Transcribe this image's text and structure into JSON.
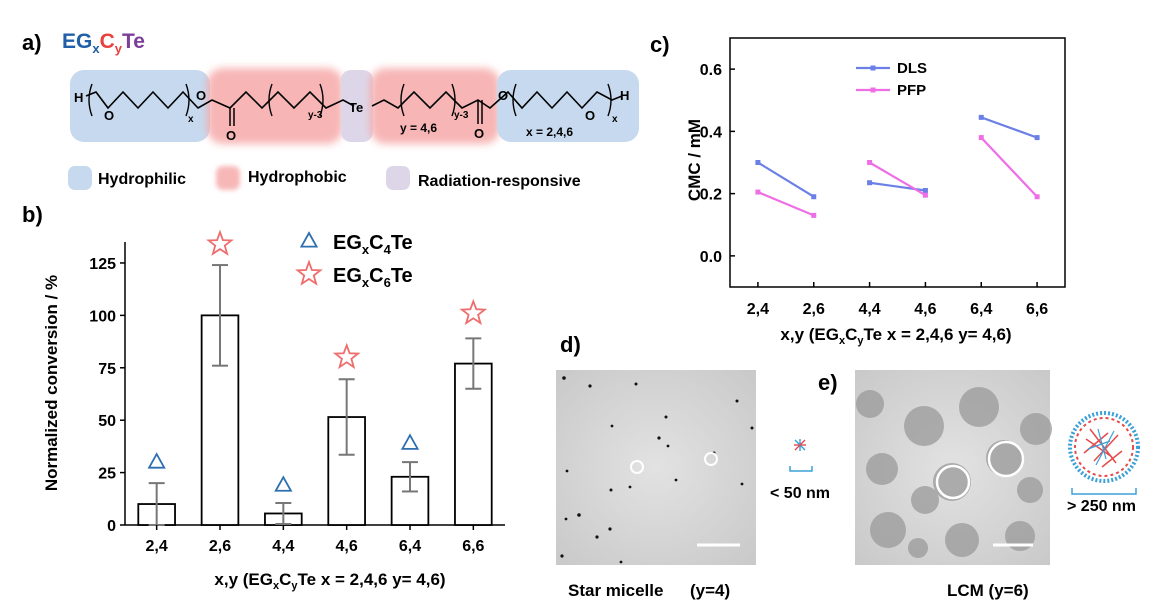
{
  "panel_a": {
    "label": "a)",
    "title_parts": [
      {
        "t": "EG",
        "sub": "x",
        "color": "#1f5fa8"
      },
      {
        "t": "C",
        "sub": "y",
        "color": "#e8413c"
      },
      {
        "t": "Te",
        "sub": "",
        "color": "#7a3f98"
      }
    ],
    "segments": {
      "h_left": "H",
      "o1": "O",
      "x1": "x",
      "o2": "O",
      "carbonyl1": "O",
      "y3a": "y-3",
      "te": "Te",
      "y3b": "y-3",
      "y_val": "y = 4,6",
      "carbonyl2": "O",
      "o3": "O",
      "o4": "O",
      "x2": "x",
      "h_right": "H",
      "x_val": "x = 2,4,6"
    },
    "legend": [
      {
        "label": "Hydrophilic",
        "color": "#c6d9ee"
      },
      {
        "label": "Hydrophobic",
        "color": "#f7b7b7"
      },
      {
        "label": "Radiation-responsive",
        "color": "#ddd6e8"
      }
    ]
  },
  "panel_b": {
    "label": "b)"
  },
  "panel_c": {
    "label": "c)"
  },
  "panel_d": {
    "label": "d)",
    "caption": "Star micelle",
    "caption2": "(y=4)",
    "size_label": "< 50 nm"
  },
  "panel_e": {
    "label": "e)",
    "caption": "LCM (y=6)",
    "size_label": "> 250 nm"
  },
  "chart_data": [
    {
      "panel": "b",
      "type": "bar",
      "categories": [
        "2,4",
        "2,6",
        "4,4",
        "4,6",
        "6,4",
        "6,6"
      ],
      "values": [
        10,
        100,
        5.5,
        51.5,
        23,
        77
      ],
      "errors": [
        10,
        24,
        5,
        18,
        7,
        12
      ],
      "ylim": [
        0,
        135
      ],
      "yticks": [
        0,
        25,
        50,
        75,
        100,
        125
      ],
      "ylabel": "Normalized conversion / %",
      "xlabel": {
        "pre": "x,y (EG",
        "s1": "x",
        "mid": "C",
        "s2": "y",
        "post": "Te x = 2,4,6 y= 4,6)"
      },
      "markers": [
        {
          "category": "2,4",
          "y": 30,
          "series": "EGxC4Te"
        },
        {
          "category": "2,6",
          "y": 134,
          "series": "EGxC6Te"
        },
        {
          "category": "4,4",
          "y": 19,
          "series": "EGxC4Te"
        },
        {
          "category": "4,6",
          "y": 80,
          "series": "EGxC6Te"
        },
        {
          "category": "6,4",
          "y": 39,
          "series": "EGxC4Te"
        },
        {
          "category": "6,6",
          "y": 101,
          "series": "EGxC6Te"
        }
      ],
      "legend": [
        {
          "series": "EGxC4Te",
          "symbol": "triangle",
          "color": "#2e6fb0",
          "pre": "EG",
          "s1": "x",
          "mid": "C",
          "s2": "4",
          "post": "Te"
        },
        {
          "series": "EGxC6Te",
          "symbol": "star",
          "color": "#ee6d6d",
          "pre": "EG",
          "s1": "x",
          "mid": "C",
          "s2": "6",
          "post": "Te"
        }
      ],
      "legend_position": "top-right"
    },
    {
      "panel": "c",
      "type": "line",
      "categories": [
        "2,4",
        "2,6",
        "4,4",
        "4,6",
        "6,4",
        "6,6"
      ],
      "ylim": [
        -0.1,
        0.7
      ],
      "yticks": [
        0.0,
        0.2,
        0.4,
        0.6
      ],
      "ylabel": "CMC / mM",
      "xlabel": {
        "pre": "x,y (EG",
        "s1": "x",
        "mid": "C",
        "s2": "y",
        "post": "Te x = 2,4,6 y= 4,6)"
      },
      "series": [
        {
          "name": "DLS",
          "color": "#6b7fe6",
          "segments": [
            [
              0.3,
              0.19
            ],
            [
              0.235,
              0.21
            ],
            [
              0.445,
              0.38
            ]
          ]
        },
        {
          "name": "PFP",
          "color": "#ee6ee6",
          "segments": [
            [
              0.205,
              0.13
            ],
            [
              0.3,
              0.195
            ],
            [
              0.38,
              0.19
            ]
          ]
        }
      ],
      "legend_position": "top-left"
    }
  ]
}
